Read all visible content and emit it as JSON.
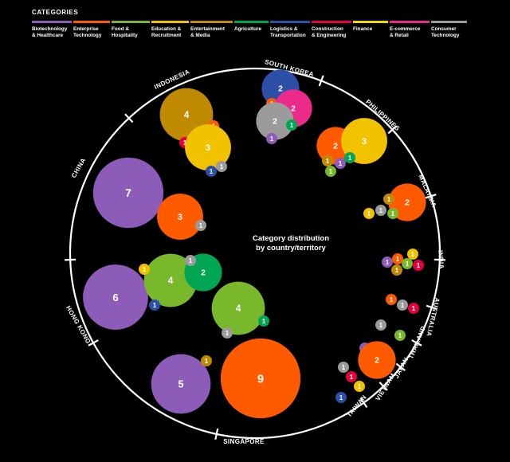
{
  "legend": {
    "title": "CATEGORIES",
    "items": [
      {
        "key": "bio",
        "label": "Biotechnology\n& Healthcare",
        "color": "#8d5bb8"
      },
      {
        "key": "ent",
        "label": "Enterprise\nTechnology",
        "color": "#ff5a00"
      },
      {
        "key": "food",
        "label": "Food &\nHospitality",
        "color": "#78b82a"
      },
      {
        "key": "edu",
        "label": "Education &\nRecruitment",
        "color": "#f2c200"
      },
      {
        "key": "media",
        "label": "Entertainment\n& Media",
        "color": "#c08a00"
      },
      {
        "key": "agri",
        "label": "Agriculture",
        "color": "#00a651"
      },
      {
        "key": "log",
        "label": "Logistics &\nTransportation",
        "color": "#2e4fa8"
      },
      {
        "key": "con",
        "label": "Construction\n& Engineering",
        "color": "#e4003a"
      },
      {
        "key": "fin",
        "label": "Finance",
        "color": "#e8dc00"
      },
      {
        "key": "ecom",
        "label": "E-commerce\n& Retail",
        "color": "#ec2a8a"
      },
      {
        "key": "cons",
        "label": "Consumer\nTechnology",
        "color": "#9b9b9b"
      }
    ]
  },
  "center_label": "Category distribution\nby country/territory",
  "chart_data": {
    "type": "bubble",
    "title": "Category distribution by country/territory",
    "countries": [
      {
        "name": "SOUTH KOREA",
        "counts": {
          "log": 2,
          "ent": 1,
          "ecom": 2,
          "cons": 2,
          "agri": 1,
          "bio": 1
        }
      },
      {
        "name": "PHILIPPINES",
        "counts": {
          "ent": 2,
          "edu": 3,
          "media": 1,
          "bio": 1,
          "agri": 1,
          "food": 1
        }
      },
      {
        "name": "MALAYSIA",
        "counts": {
          "ent": 2,
          "media": 1,
          "edu": 1,
          "cons": 1,
          "food": 1
        }
      },
      {
        "name": "INDIA",
        "counts": {
          "edu": 1,
          "bio": 1,
          "ent": 1,
          "media": 1,
          "food": 1,
          "con": 1
        }
      },
      {
        "name": "AUSTRALIA",
        "counts": {
          "ent": 1,
          "cons": 1,
          "con": 1
        }
      },
      {
        "name": "THAILAND",
        "counts": {
          "cons": 1,
          "food": 1
        }
      },
      {
        "name": "JAPAN",
        "counts": {
          "bio": 1,
          "ent": 2
        }
      },
      {
        "name": "VIETNAM",
        "counts": {
          "cons": 1,
          "con": 1
        }
      },
      {
        "name": "TAIWAN",
        "counts": {
          "edu": 1,
          "log": 1
        }
      },
      {
        "name": "SINGAPORE",
        "counts": {
          "ent": 9,
          "bio": 5,
          "media": 1,
          "food": 4,
          "cons": 1,
          "agri": 1
        }
      },
      {
        "name": "HONG KONG",
        "counts": {
          "bio": 6,
          "food": 4,
          "agri": 2,
          "edu": 1,
          "cons": 1,
          "log": 1
        }
      },
      {
        "name": "CHINA",
        "counts": {
          "bio": 7,
          "ent": 3,
          "cons": 1
        }
      },
      {
        "name": "INDONESIA",
        "counts": {
          "media": 4,
          "ent": 1,
          "con": 1,
          "edu": 3,
          "log": 1,
          "cons": 1
        }
      }
    ]
  }
}
